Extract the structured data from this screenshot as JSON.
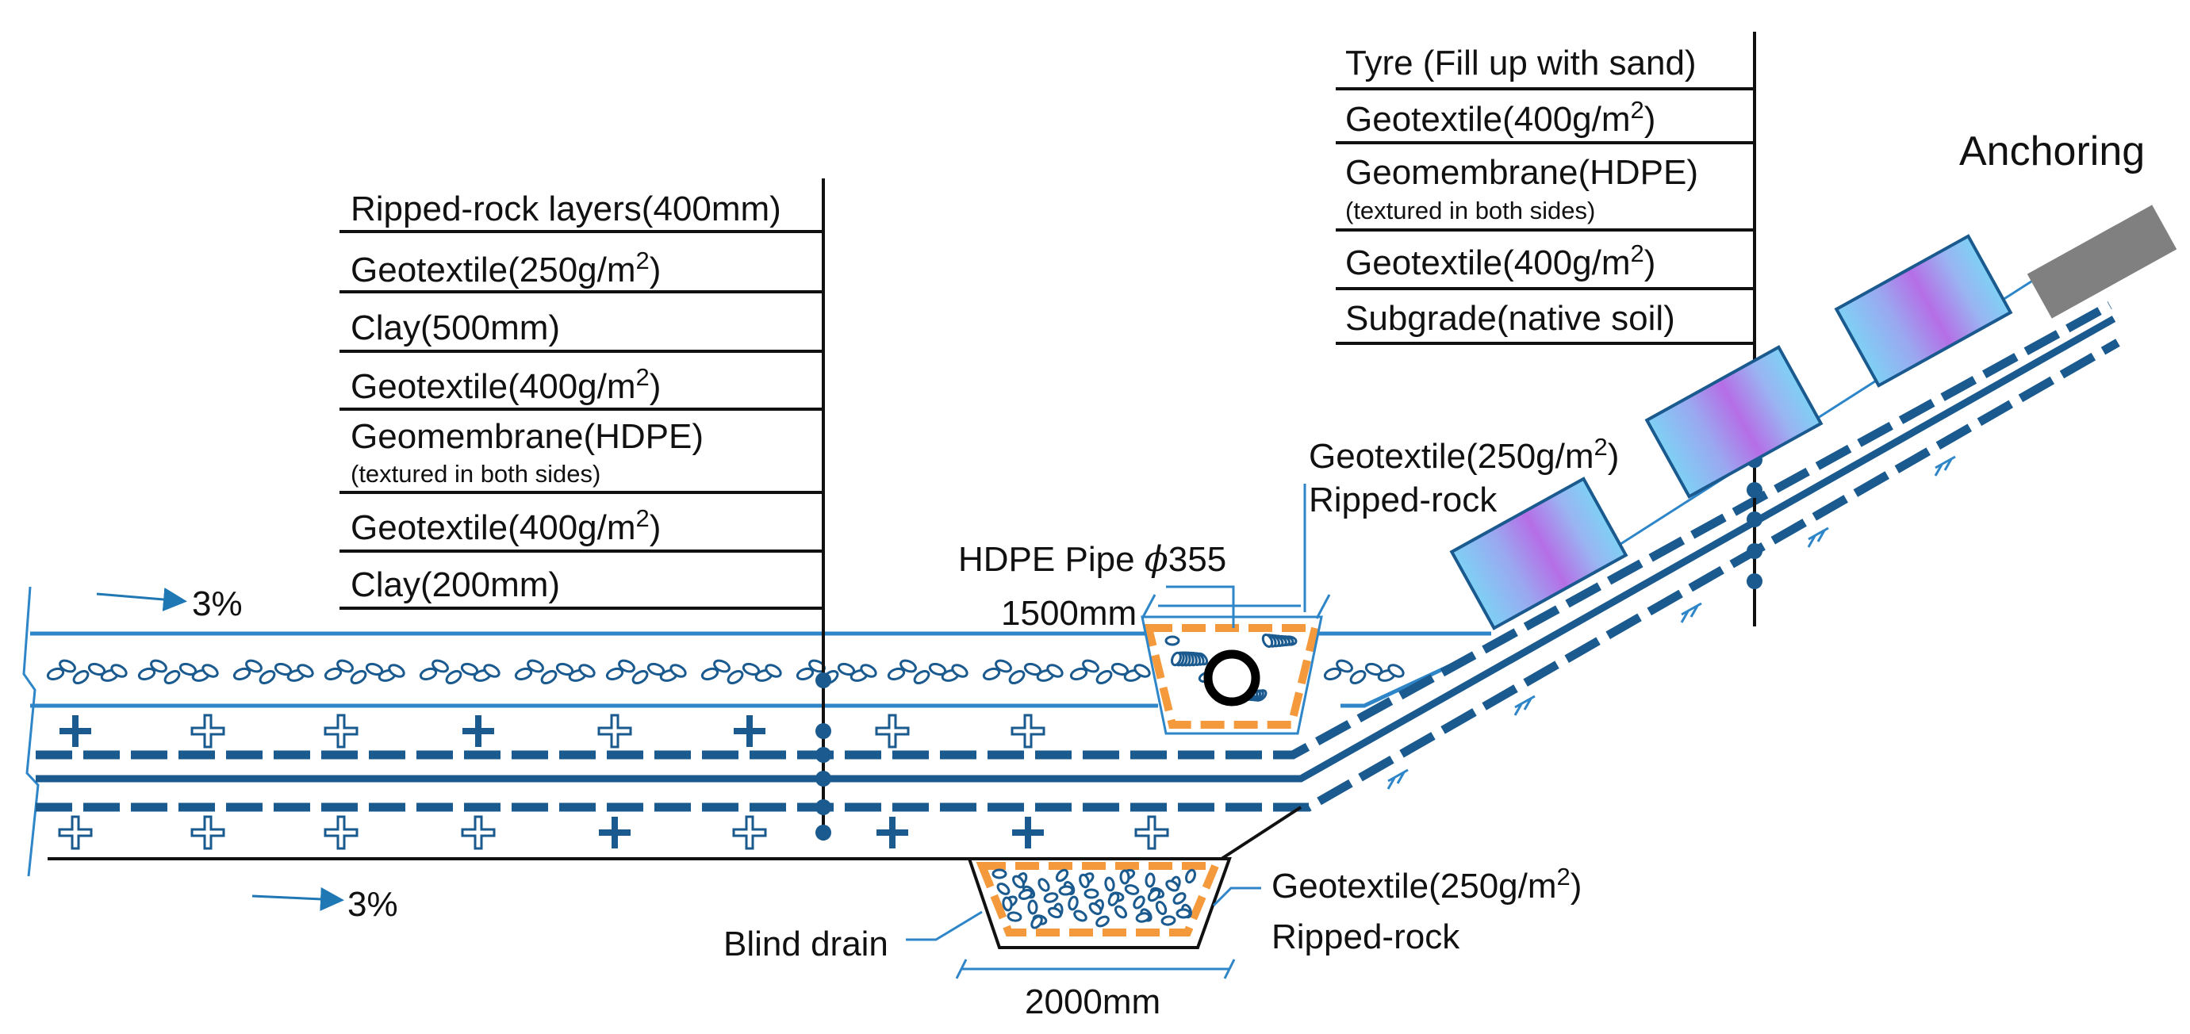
{
  "colors": {
    "blue": "#1f77b4",
    "blue_light": "#2e86c8",
    "dark_blue": "#1a5a8e",
    "line_dark": "#111111",
    "orange": "#f59a3c",
    "anchor_gray": "#808080",
    "tyre_purple": "#b56ee6",
    "tyre_cyan": "#7fd0f5"
  },
  "icons": {
    "rock": "rock-cluster-icon",
    "cross": "cross-marker-icon",
    "dot": "node-dot-icon",
    "hatch": "subgrade-hatch-icon",
    "arrow": "slope-arrow-icon"
  },
  "left_legend": {
    "items": [
      {
        "text": "Ripped-rock layers(400mm)"
      },
      {
        "text": "Geotextile(250g/m",
        "sup": "2",
        "tail": ")"
      },
      {
        "text": "Clay(500mm)"
      },
      {
        "text": "Geotextile(400g/m",
        "sup": "2",
        "tail": ")"
      },
      {
        "text": "Geomembrane(HDPE)",
        "note": "(textured in both sides)"
      },
      {
        "text": "Geotextile(400g/m",
        "sup": "2",
        "tail": ")"
      },
      {
        "text": "Clay(200mm)"
      }
    ]
  },
  "right_legend": {
    "items": [
      {
        "text": "Tyre (Fill up with sand)"
      },
      {
        "text": "Geotextile(400g/m",
        "sup": "2",
        "tail": ")"
      },
      {
        "text": "Geomembrane(HDPE)",
        "note": "(textured in both sides)"
      },
      {
        "text": "Geotextile(400g/m",
        "sup": "2",
        "tail": ")"
      },
      {
        "text": "Subgrade(native soil)"
      }
    ]
  },
  "labels": {
    "anchoring": "Anchoring",
    "slope_top": "3%",
    "slope_bottom": "3%",
    "hdpe_pipe_prefix": "HDPE Pipe ",
    "hdpe_pipe_phi": "ϕ",
    "hdpe_pipe_size": "355",
    "pipe_width": "1500mm",
    "pipe_geotextile": "Geotextile(250g/m",
    "pipe_geotextile_sup": "2",
    "pipe_geotextile_tail": ")",
    "pipe_rock": "Ripped-rock",
    "drain_geotextile": "Geotextile(250g/m",
    "drain_geotextile_sup": "2",
    "drain_geotextile_tail": ")",
    "drain_rock": "Ripped-rock",
    "blind_drain": "Blind drain",
    "drain_width": "2000mm"
  }
}
